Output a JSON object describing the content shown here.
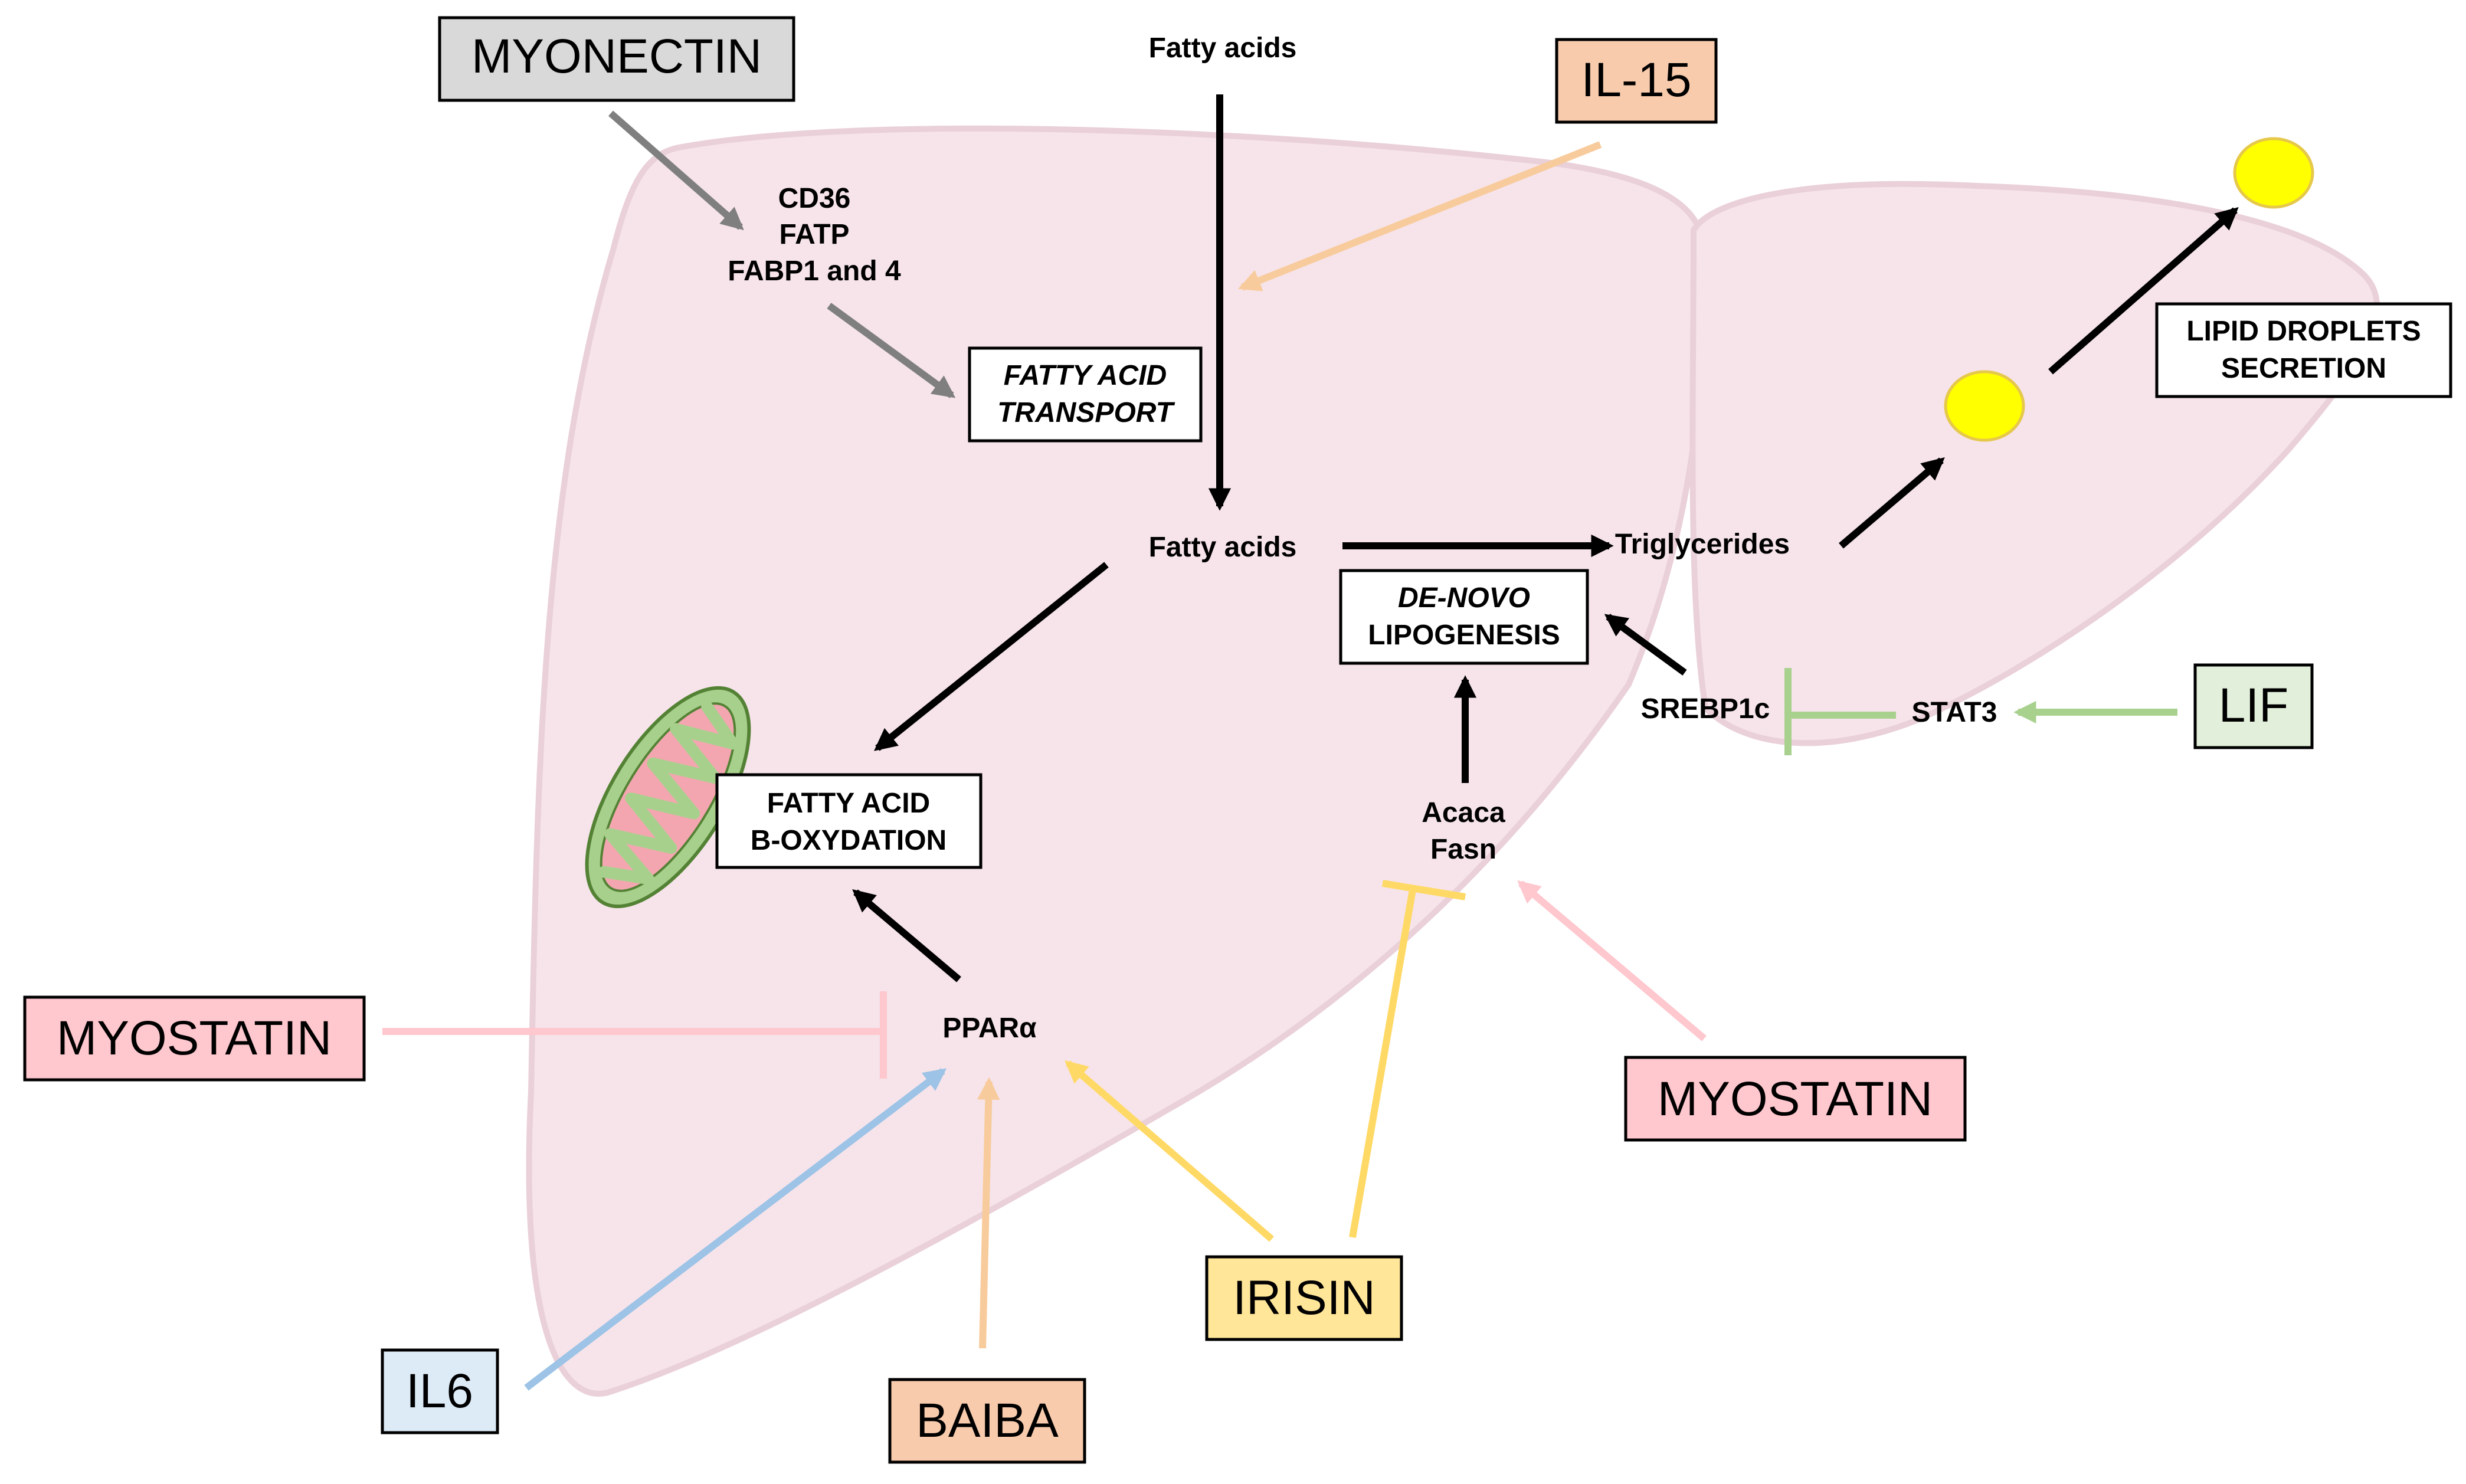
{
  "labels": {
    "fatty_acids_top": "Fatty acids",
    "transporters": [
      "CD36",
      "FATP",
      "FABP1 and 4"
    ],
    "fatty_acid_transport": [
      "FATTY ACID",
      "TRANSPORT"
    ],
    "fatty_acids_mid": "Fatty acids",
    "triglycerides": "Triglycerides",
    "de_novo_lipogenesis": [
      "DE-NOVO",
      "LIPOGENESIS"
    ],
    "srebp1c": "SREBP1c",
    "stat3": "STAT3",
    "acaca_fasn": [
      "Acaca",
      "Fasn"
    ],
    "fatty_acid_b_oxydation": [
      "FATTY ACID",
      "B-OXYDATION"
    ],
    "ppara": "PPARα",
    "lipid_droplets_secretion": [
      "LIPID DROPLETS",
      "SECRETION"
    ]
  },
  "myokines": {
    "myonectin": "MYONECTIN",
    "il15": "IL-15",
    "lif": "LIF",
    "myostatin_left": "MYOSTATIN",
    "myostatin_right": "MYOSTATIN",
    "irisin": "IRISIN",
    "il6": "IL6",
    "baiba": "BAIBA"
  },
  "colors": {
    "liver_fill": "#f6e4ea",
    "liver_stroke": "#ead0d8",
    "myonectin_box": "#d9d9d9",
    "myonectin_arrow": "#7f7f7f",
    "il15_box": "#f8cbad",
    "il15_arrow": "#f8cb9c",
    "lif_box": "#e2efda",
    "lif_line": "#a9d18e",
    "myostatin_box": "#ffc7ce",
    "myostatin_line": "#ffc7ce",
    "irisin_box": "#ffe699",
    "irisin_line": "#ffd966",
    "il6_box": "#ddebf7",
    "il6_arrow": "#9dc3e6",
    "baiba_box": "#f8cbad",
    "baiba_arrow": "#f8cb9c",
    "droplet_fill": "#ffff00",
    "droplet_stroke": "#e6c84a",
    "mito_outer": "#a8d08d",
    "mito_inner": "#f4a6b0",
    "black": "#000000"
  }
}
